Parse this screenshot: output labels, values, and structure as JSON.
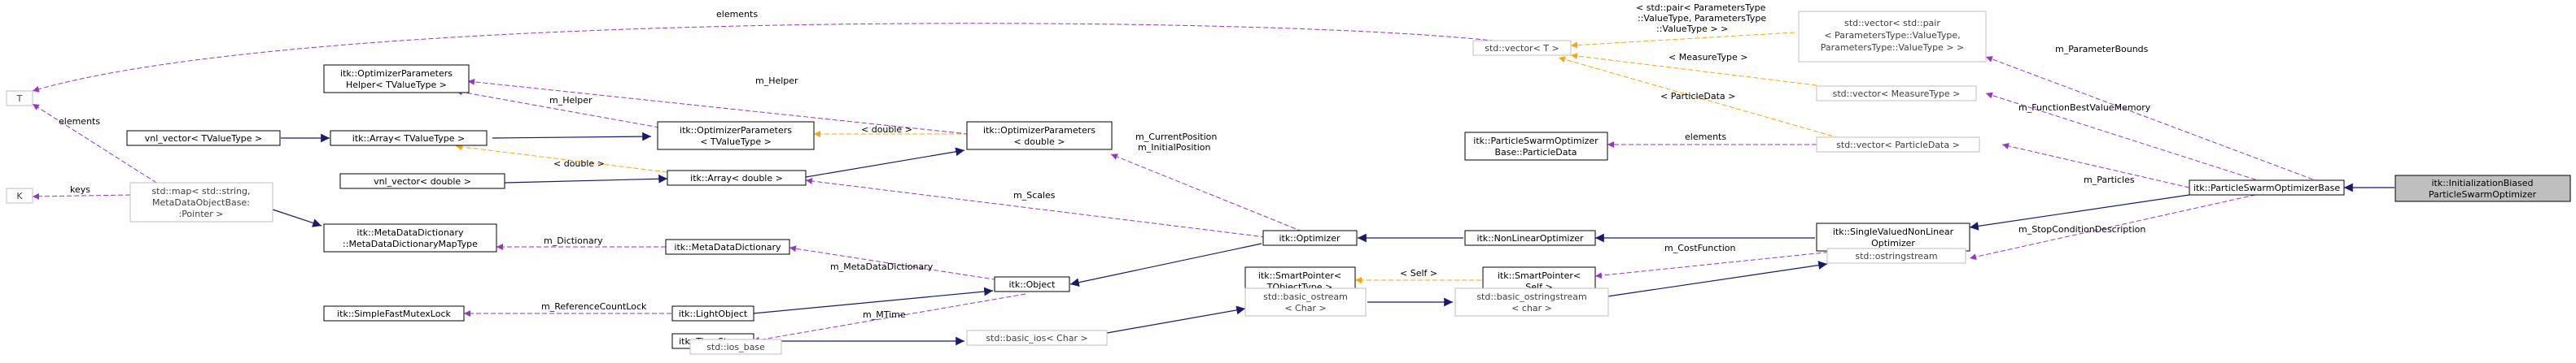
{
  "nodes": {
    "focus": [
      "itk::InitializationBiased",
      "ParticleSwarmOptimizer"
    ],
    "psobase": [
      "itk::ParticleSwarmOptimizerBase"
    ],
    "svopt": [
      "itk::SingleValuedNonLinear",
      "Optimizer"
    ],
    "nlopt": [
      "itk::NonLinearOptimizer"
    ],
    "optimizer": [
      "itk::Optimizer"
    ],
    "object": [
      "itk::Object"
    ],
    "lightobj": [
      "itk::LightObject"
    ],
    "timestamp": [
      "itk::TimeStamp"
    ],
    "mutexlock": [
      "itk::SimpleFastMutexLock"
    ],
    "mdd": [
      "itk::MetaDataDictionary"
    ],
    "mddmap": [
      "itk::MetaDataDictionary",
      "::MetaDataDictionaryMapType"
    ],
    "stdmap": [
      "std::map< std::string,",
      "MetaDataObjectBase:",
      ":Pointer >"
    ],
    "T": [
      "T"
    ],
    "K": [
      "K"
    ],
    "vnlT": [
      "vnl_vector< TValueType >"
    ],
    "vnlD": [
      "vnl_vector< double >"
    ],
    "arrT": [
      "itk::Array< TValueType >"
    ],
    "arrD": [
      "itk::Array< double >"
    ],
    "ophT": [
      "itk::OptimizerParameters",
      "Helper< TValueType >"
    ],
    "opT": [
      "itk::OptimizerParameters",
      "< TValueType >"
    ],
    "opD": [
      "itk::OptimizerParameters",
      "< double >"
    ],
    "vecT": [
      "std::vector< T >"
    ],
    "vecPair": [
      "std::vector< std::pair",
      "< ParametersType::ValueType,",
      "ParametersType::ValueType > >"
    ],
    "vecMeasure": [
      "std::vector< MeasureType >"
    ],
    "vecPD": [
      "std::vector< ParticleData >"
    ],
    "pdata": [
      "itk::ParticleSwarmOptimizer",
      "Base::ParticleData"
    ],
    "spT": [
      "itk::SmartPointer<",
      "TObjectType >"
    ],
    "spSelf": [
      "itk::SmartPointer<",
      "Self >"
    ],
    "ostrstream": [
      "std::ostringstream"
    ],
    "basicostrstream": [
      "std::basic_ostringstream",
      "< char >"
    ],
    "basicostream": [
      "std::basic_ostream",
      "< Char >"
    ],
    "basicios": [
      "std::basic_ios< Char >"
    ],
    "iosbase": [
      "std::ios_base"
    ]
  },
  "edge_labels": {
    "elements_top": "elements",
    "elements_left": "elements",
    "keys": "keys",
    "pair_template": [
      "< std::pair< ParametersType",
      "::ValueType, ParametersType",
      "::ValueType > >"
    ],
    "measure_template": "< MeasureType >",
    "pdata_template": "< ParticleData >",
    "param_bounds": "m_ParameterBounds",
    "func_best": "m_FunctionBestValueMemory",
    "particles": "m_Particles",
    "stop_desc": "m_StopConditionDescription",
    "elements_pd": "elements",
    "cost_function": "m_CostFunction",
    "self_template": "< Self >",
    "cur_init_pos": [
      "m_CurrentPosition",
      "m_InitialPosition"
    ],
    "scales": "m_Scales",
    "mdd_member": "m_MetaDataDictionary",
    "mtime": "m_MTime",
    "dictionary": "m_Dictionary",
    "ref_count_lock": "m_ReferenceCountLock",
    "helper1": "m_Helper",
    "helper2": "m_Helper",
    "double_template1": "< double >",
    "double_template2": "< double >"
  },
  "colors": {
    "inherit": "#191970",
    "member": "#9a32cd",
    "template": "#ffa500",
    "focus_fill": "#bfbfbf"
  }
}
